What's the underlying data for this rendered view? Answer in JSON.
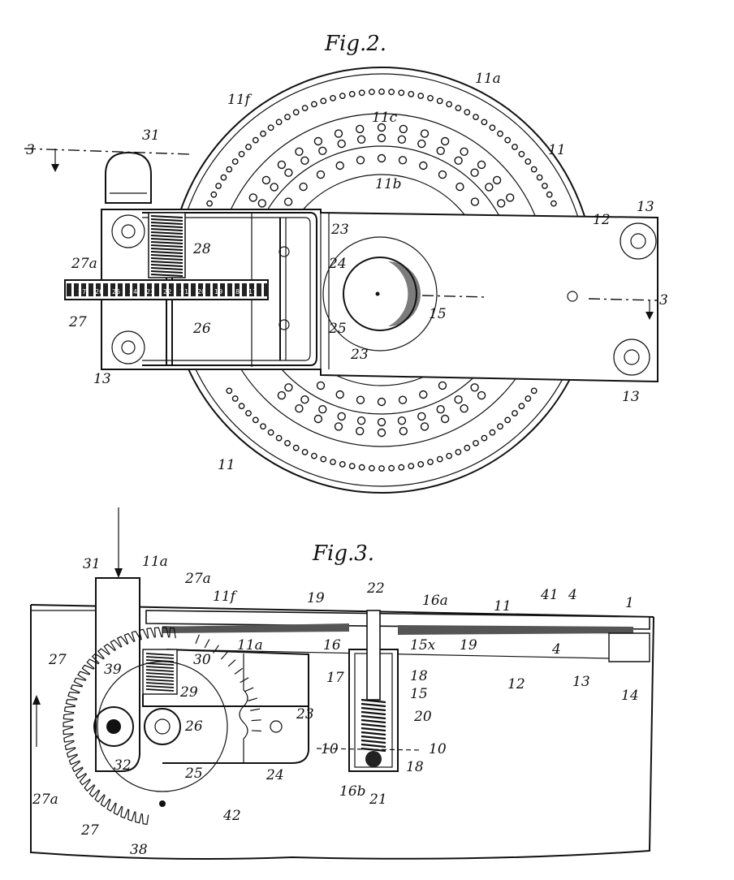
{
  "figures": [
    {
      "title": "Fig.2.",
      "labels": {
        "l11f": "11f",
        "l11a": "11a",
        "l11c": "11c",
        "l11b": "11b",
        "l11_right": "11",
        "l11_bottom": "11",
        "l12": "12",
        "l13_tr": "13",
        "l13_br": "13",
        "l13_l": "13",
        "l3_left": "3",
        "l3_right": "3",
        "l31": "31",
        "l23_top": "23",
        "l23_bot": "23",
        "l24": "24",
        "l25": "25",
        "l26": "26",
        "l27": "27",
        "l27a": "27a",
        "l28": "28",
        "l15": "15"
      },
      "gear_numbers": [
        "27",
        "26",
        "25",
        "24",
        "23",
        "22",
        "21",
        "20",
        "19",
        "18",
        "17"
      ]
    },
    {
      "title": "Fig.3.",
      "labels": {
        "l31": "31",
        "l11a_top": "11a",
        "l27a_top": "27a",
        "l11f": "11f",
        "l19_left": "19",
        "l22": "22",
        "l16a": "16a",
        "l11": "11",
        "l41": "41",
        "l4_top": "4",
        "l1": "1",
        "l11a_mid": "11a",
        "l30": "30",
        "l29": "29",
        "l39": "39",
        "l27_left": "27",
        "l16": "16",
        "l17": "17",
        "l15x": "15x",
        "l19_mid": "19",
        "l4_mid": "4",
        "l18_top": "18",
        "l15": "15",
        "l12": "12",
        "l13": "13",
        "l14": "14",
        "l20": "20",
        "l23": "23",
        "l26": "26",
        "l32": "32",
        "l25": "25",
        "l24": "24",
        "l10_left": "10",
        "l10_right": "10",
        "l18_bot": "18",
        "l16b": "16b",
        "l21": "21",
        "l27a_bot": "27a",
        "l27_bot": "27",
        "l38": "38",
        "l42": "42"
      }
    }
  ]
}
